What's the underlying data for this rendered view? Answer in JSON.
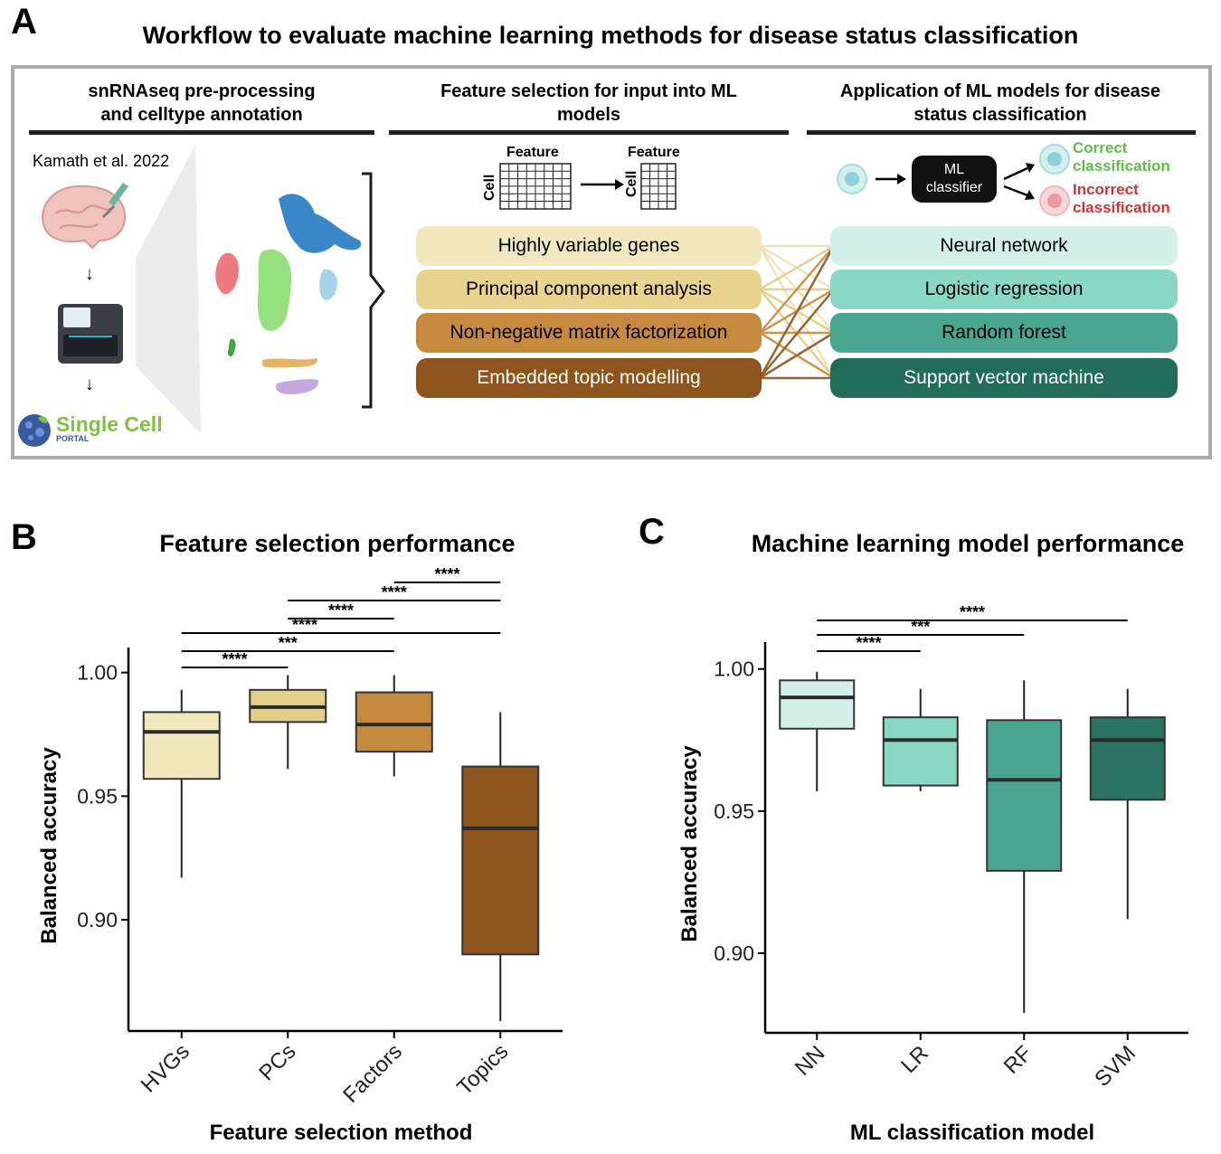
{
  "panel_a": {
    "letter": "A",
    "title": "Workflow to evaluate machine learning methods for disease status classification",
    "section1": {
      "title_line1": "snRNAseq pre-processing",
      "title_line2": "and celltype annotation",
      "citation": "Kamath et al. 2022",
      "portal_name": "Single Cell",
      "portal_sub": "PORTAL"
    },
    "section2": {
      "title_line1": "Feature selection for input into ML",
      "title_line2": "models",
      "feature_label": "Feature",
      "cell_label": "Cell",
      "methods": [
        "Highly variable genes",
        "Principal component analysis",
        "Non-negative matrix factorization",
        "Embedded topic modelling"
      ]
    },
    "section3": {
      "title_line1": "Application of ML models for disease",
      "title_line2": "status classification",
      "classifier_line1": "ML",
      "classifier_line2": "classifier",
      "correct_line1": "Correct",
      "correct_line2": "classification",
      "incorrect_line1": "Incorrect",
      "incorrect_line2": "classification",
      "models": [
        "Neural network",
        "Logistic regression",
        "Random forest",
        "Support vector machine"
      ]
    },
    "colors": {
      "methods": [
        "#f2e8bf",
        "#e8d38f",
        "#c58a3e",
        "#8e541d"
      ],
      "models": [
        "#d3f1ea",
        "#8ad8c4",
        "#4aa590",
        "#226d5a"
      ],
      "correct": "#5fbb4a",
      "incorrect": "#c8373a"
    }
  },
  "chart_data": [
    {
      "letter": "B",
      "type": "box",
      "title": "Feature selection performance",
      "xlabel": "Feature selection method",
      "ylabel": "Balanced accuracy",
      "ylim": [
        0.855,
        1.005
      ],
      "yticks": [
        0.9,
        0.95,
        1.0
      ],
      "ytick_labels": [
        "0.90",
        "0.95",
        "1.00"
      ],
      "categories": [
        "HVGs",
        "PCs",
        "Factors",
        "Topics"
      ],
      "colors": [
        "#f2e8bf",
        "#e3cf8c",
        "#c58a3e",
        "#8e541d"
      ],
      "boxes": [
        {
          "min": 0.917,
          "q1": 0.957,
          "median": 0.976,
          "q3": 0.984,
          "max": 0.993
        },
        {
          "min": 0.961,
          "q1": 0.98,
          "median": 0.986,
          "q3": 0.993,
          "max": 0.999
        },
        {
          "min": 0.958,
          "q1": 0.968,
          "median": 0.979,
          "q3": 0.992,
          "max": 0.999
        },
        {
          "min": 0.859,
          "q1": 0.886,
          "median": 0.937,
          "q3": 0.962,
          "max": 0.984
        }
      ],
      "significance": [
        {
          "from": 0,
          "to": 1,
          "label": "****"
        },
        {
          "from": 0,
          "to": 2,
          "label": "***"
        },
        {
          "from": 0,
          "to": 3,
          "label": "****"
        },
        {
          "from": 1,
          "to": 2,
          "label": "****"
        },
        {
          "from": 1,
          "to": 3,
          "label": "****"
        },
        {
          "from": 2,
          "to": 3,
          "label": "****"
        }
      ]
    },
    {
      "letter": "C",
      "type": "box",
      "title": "Machine learning  model performance",
      "xlabel": "ML classification model",
      "ylabel": "Balanced accuracy",
      "ylim": [
        0.872,
        1.005
      ],
      "yticks": [
        0.9,
        0.95,
        1.0
      ],
      "ytick_labels": [
        "0.90",
        "0.95",
        "1.00"
      ],
      "categories": [
        "NN",
        "LR",
        "RF",
        "SVM"
      ],
      "colors": [
        "#d3f1ea",
        "#8ad8c4",
        "#4aa590",
        "#2a7360"
      ],
      "boxes": [
        {
          "min": 0.957,
          "q1": 0.979,
          "median": 0.99,
          "q3": 0.996,
          "max": 0.999
        },
        {
          "min": 0.957,
          "q1": 0.959,
          "median": 0.975,
          "q3": 0.983,
          "max": 0.993
        },
        {
          "min": 0.879,
          "q1": 0.929,
          "median": 0.961,
          "q3": 0.982,
          "max": 0.996
        },
        {
          "min": 0.912,
          "q1": 0.954,
          "median": 0.975,
          "q3": 0.983,
          "max": 0.993
        }
      ],
      "significance": [
        {
          "from": 0,
          "to": 1,
          "label": "****"
        },
        {
          "from": 0,
          "to": 2,
          "label": "***"
        },
        {
          "from": 0,
          "to": 3,
          "label": "****"
        }
      ]
    }
  ]
}
